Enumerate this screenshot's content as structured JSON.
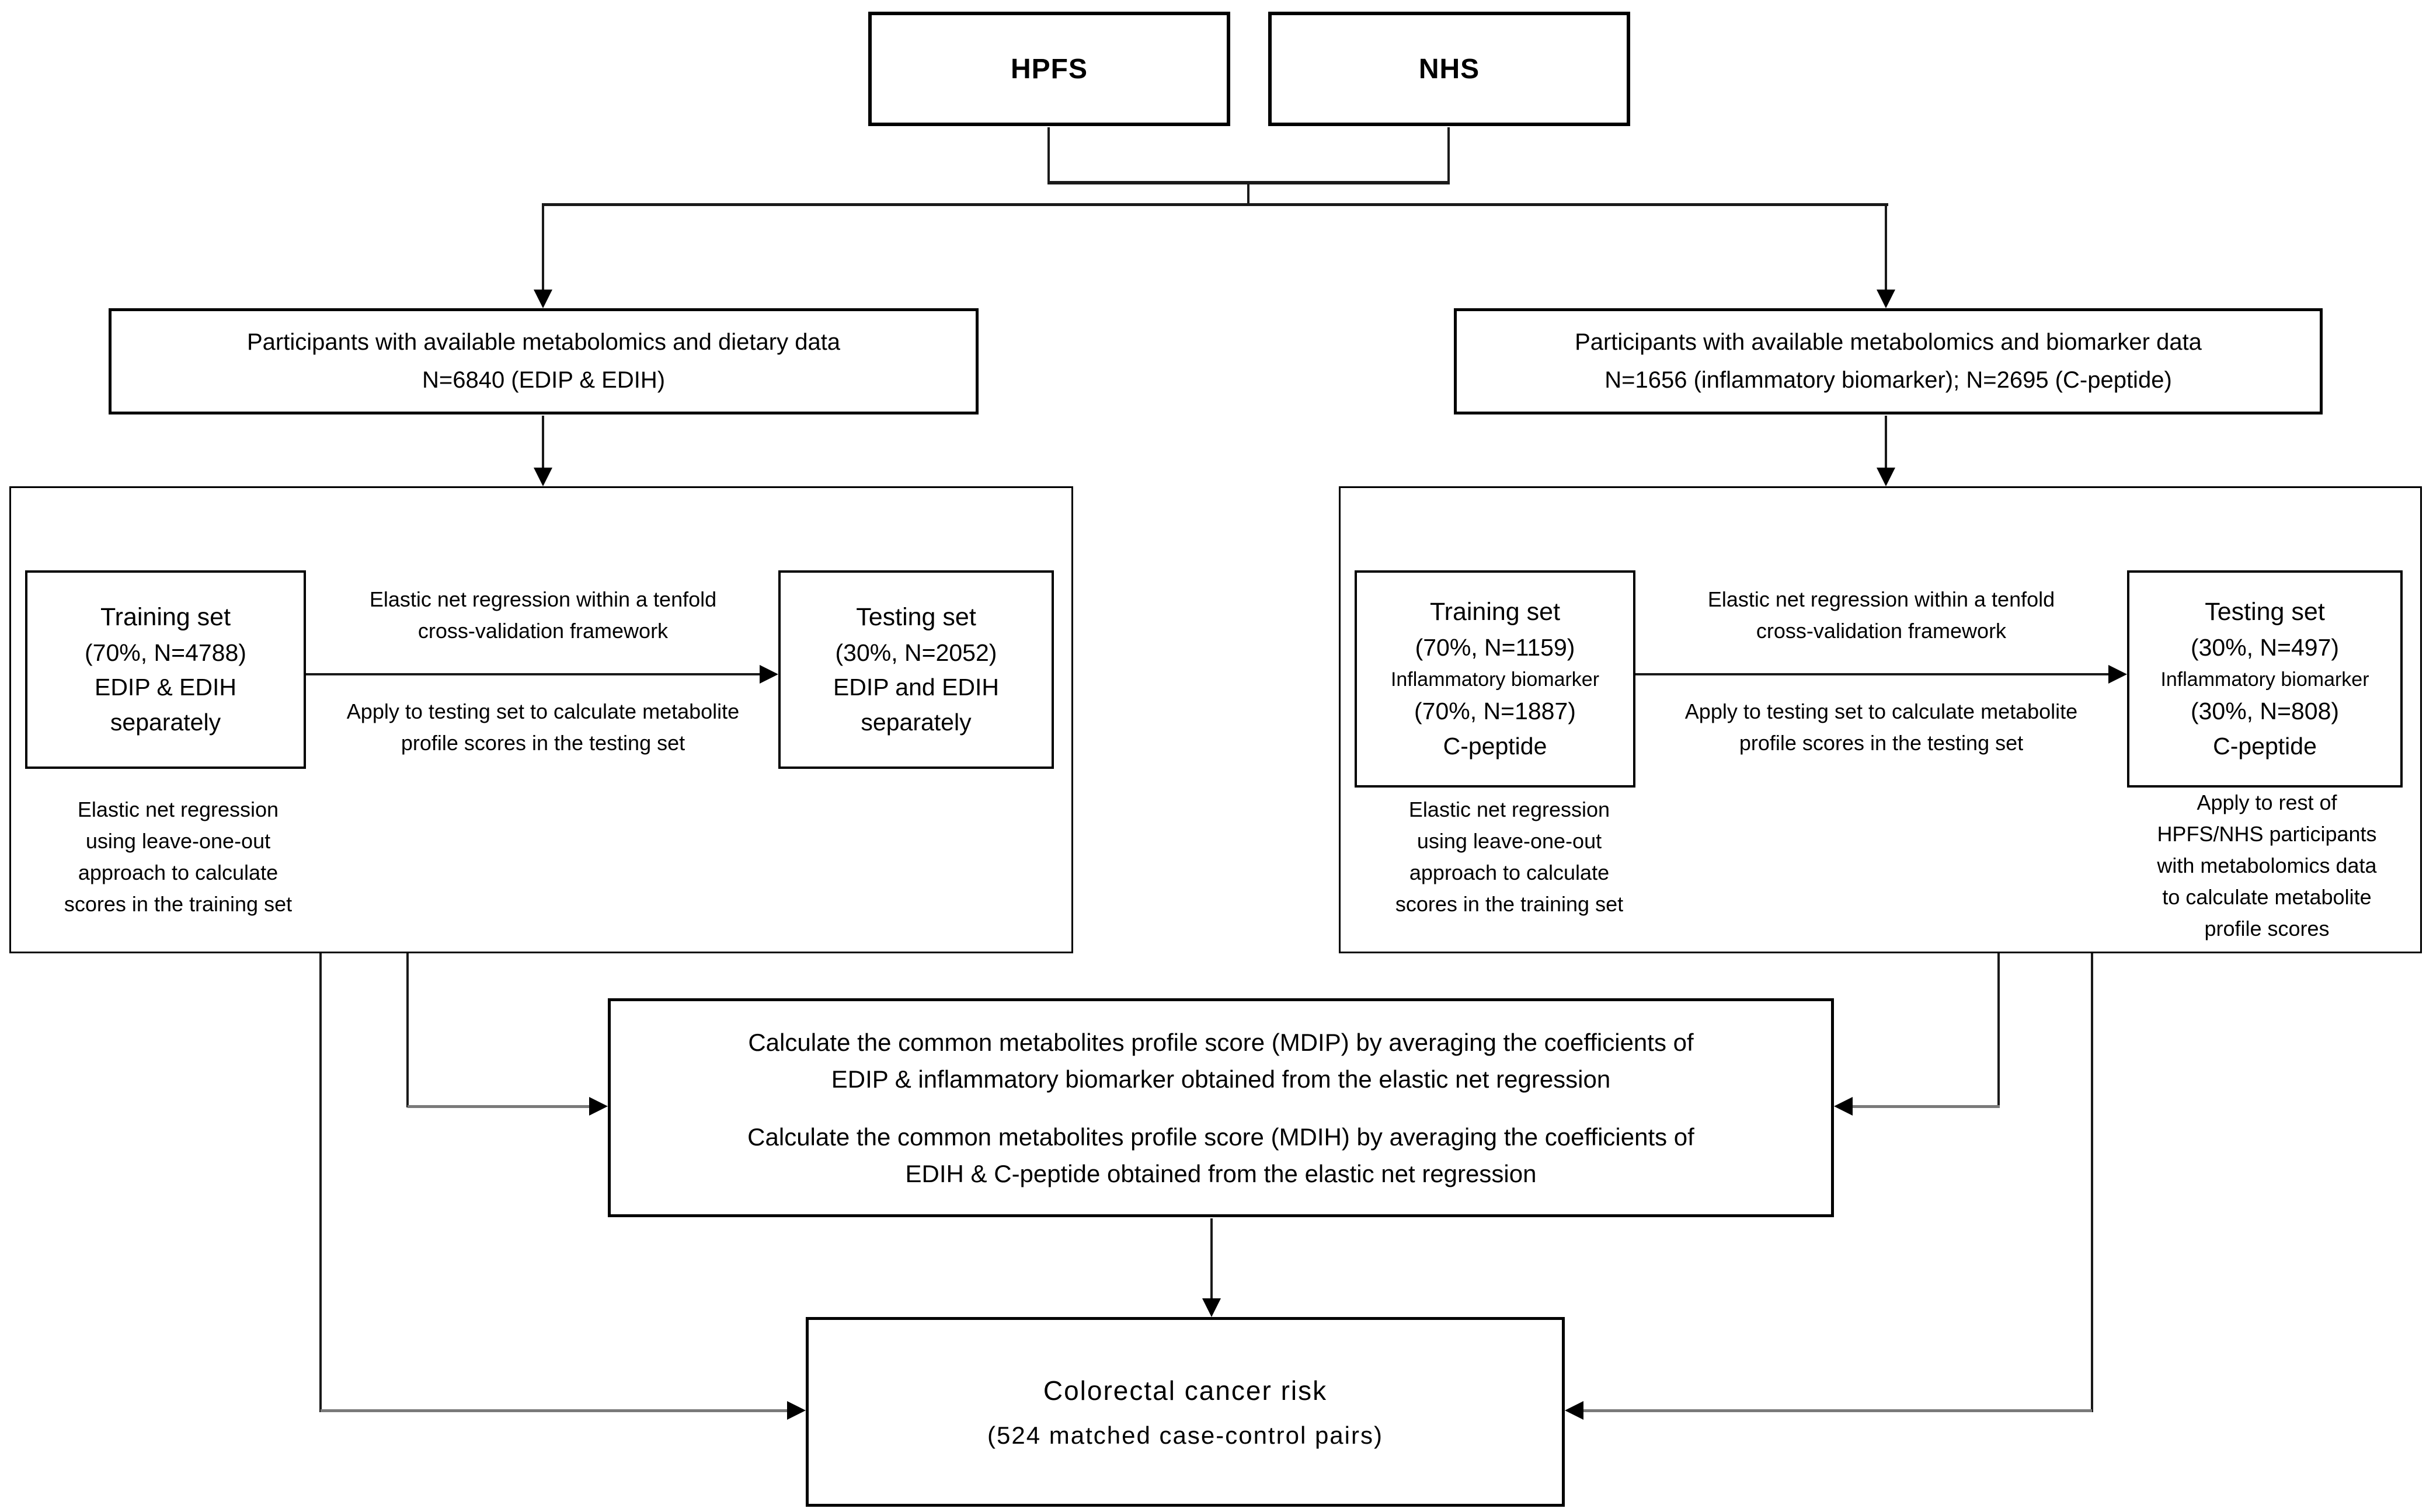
{
  "colors": {
    "box_border": "#000000",
    "line": "#1a1a1a",
    "connector_shaft": "#7a7a7a",
    "background": "#ffffff",
    "text": "#000000"
  },
  "top": {
    "hpfs": "HPFS",
    "nhs": "NHS"
  },
  "left": {
    "participants": [
      "Participants with available metabolomics and dietary data",
      "N=6840 (EDIP & EDIH)"
    ],
    "training": [
      "Training set",
      "(70%, N=4788)",
      "EDIP & EDIH",
      "separately"
    ],
    "cv": [
      "Elastic net regression within a tenfold",
      "cross-validation framework"
    ],
    "apply": [
      "Apply to testing set to calculate metabolite",
      "profile scores in the testing set"
    ],
    "testing": [
      "Testing set",
      "(30%, N=2052)",
      "EDIP and EDIH",
      "separately"
    ],
    "loo": [
      "Elastic net regression",
      "using leave-one-out",
      "approach to calculate",
      "scores in the training set"
    ]
  },
  "right": {
    "participants": [
      "Participants with available metabolomics and biomarker data",
      "N=1656 (inflammatory biomarker); N=2695 (C-peptide)"
    ],
    "training": [
      "Training set",
      "(70%, N=1159)",
      "Inflammatory biomarker",
      "(70%, N=1887)",
      "C-peptide"
    ],
    "cv": [
      "Elastic net regression within a tenfold",
      "cross-validation framework"
    ],
    "apply": [
      "Apply to testing set to calculate metabolite",
      "profile scores in the testing set"
    ],
    "testing": [
      "Testing set",
      "(30%, N=497)",
      "Inflammatory biomarker",
      "(30%, N=808)",
      "C-peptide"
    ],
    "loo": [
      "Elastic net regression",
      "using leave-one-out",
      "approach to calculate",
      "scores in the training set"
    ],
    "apply_rest": [
      "Apply to rest of",
      "HPFS/NHS participants",
      "with metabolomics data",
      "to calculate metabolite",
      "profile scores"
    ]
  },
  "merge": {
    "mdip": [
      "Calculate the common metabolites profile score (MDIP) by averaging the coefficients of",
      "EDIP & inflammatory biomarker obtained from the elastic net regression"
    ],
    "mdih": [
      "Calculate the common metabolites profile score (MDIH) by averaging the coefficients of",
      "EDIH & C-peptide obtained from the elastic net regression"
    ]
  },
  "outcome": [
    "Colorectal cancer risk",
    "(524 matched case-control pairs)"
  ]
}
